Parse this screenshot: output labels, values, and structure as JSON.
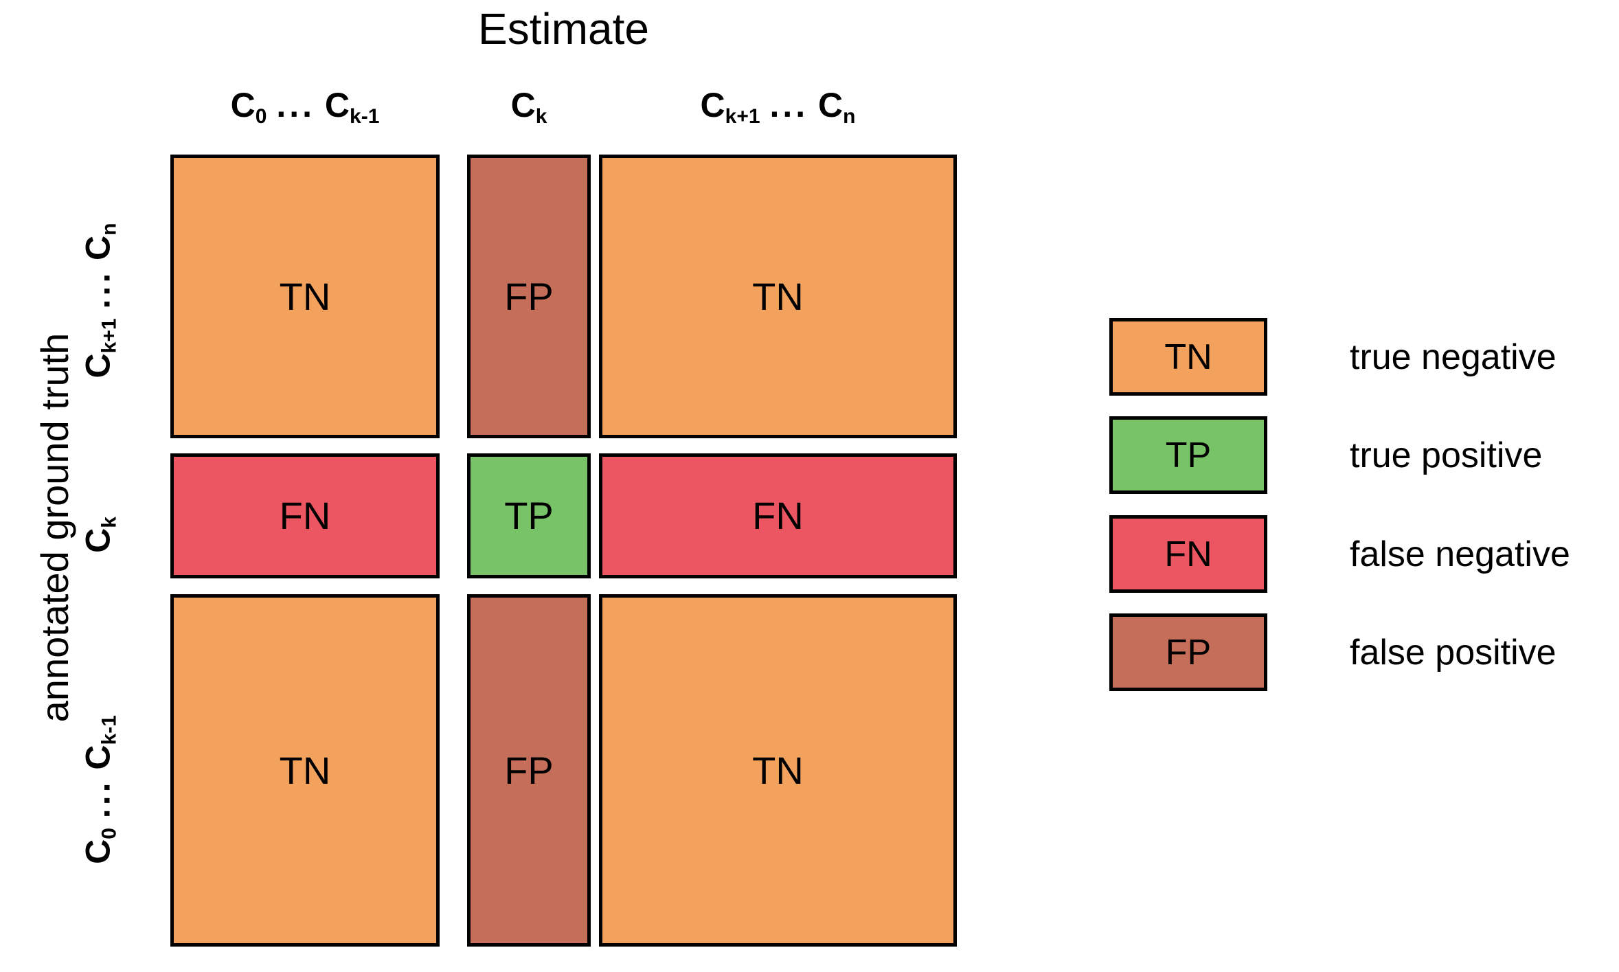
{
  "diagram": {
    "title": "Estimate",
    "y_axis_title": "annotated ground truth",
    "columns": [
      {
        "id": "left",
        "base_a": "C",
        "sub_a": "0",
        "ellipsis": "...",
        "base_b": "C",
        "sub_b": "k-1"
      },
      {
        "id": "middle",
        "base_a": "C",
        "sub_a": "k",
        "ellipsis": "",
        "base_b": "",
        "sub_b": ""
      },
      {
        "id": "right",
        "base_a": "C",
        "sub_a": "k+1",
        "ellipsis": "...",
        "base_b": "C",
        "sub_b": "n"
      }
    ],
    "rows": [
      {
        "id": "top",
        "base_a": "C",
        "sub_a": "k+1",
        "ellipsis": "...",
        "base_b": "C",
        "sub_b": "n"
      },
      {
        "id": "middle",
        "base_a": "C",
        "sub_a": "k",
        "ellipsis": "",
        "base_b": "",
        "sub_b": ""
      },
      {
        "id": "bottom",
        "base_a": "C",
        "sub_a": "0",
        "ellipsis": "...",
        "base_b": "C",
        "sub_b": "k-1"
      }
    ],
    "cells": [
      {
        "row": "top",
        "col": "left",
        "label": "TN",
        "color": "#F2A25C"
      },
      {
        "row": "top",
        "col": "middle",
        "label": "FP",
        "color": "#C56F5B"
      },
      {
        "row": "top",
        "col": "right",
        "label": "TN",
        "color": "#F2A25C"
      },
      {
        "row": "middle",
        "col": "left",
        "label": "FN",
        "color": "#EC5562"
      },
      {
        "row": "middle",
        "col": "middle",
        "label": "TP",
        "color": "#78C268"
      },
      {
        "row": "middle",
        "col": "right",
        "label": "FN",
        "color": "#EC5562"
      },
      {
        "row": "bottom",
        "col": "left",
        "label": "TN",
        "color": "#F2A25C"
      },
      {
        "row": "bottom",
        "col": "middle",
        "label": "FP",
        "color": "#C56F5B"
      },
      {
        "row": "bottom",
        "col": "right",
        "label": "TN",
        "color": "#F2A25C"
      }
    ],
    "legend": [
      {
        "abbr": "TN",
        "description": "true negative",
        "color": "#F2A25C"
      },
      {
        "abbr": "TP",
        "description": "true positive",
        "color": "#78C268"
      },
      {
        "abbr": "FN",
        "description": "false negative",
        "color": "#EC5562"
      },
      {
        "abbr": "FP",
        "description": "false positive",
        "color": "#C56F5B"
      }
    ],
    "colors": {
      "true_negative": "#F2A25C",
      "true_positive": "#78C268",
      "false_negative": "#EC5562",
      "false_positive": "#C56F5B",
      "border": "#000000",
      "background": "#FFFFFF"
    }
  },
  "chart_data": {
    "type": "heatmap",
    "title": "Estimate",
    "xlabel": "Estimate",
    "ylabel": "annotated ground truth",
    "x_categories": [
      "C0 ... Ck-1",
      "Ck",
      "Ck+1 ... Cn"
    ],
    "y_categories": [
      "Ck+1 ... Cn",
      "Ck",
      "C0 ... Ck-1"
    ],
    "values": [
      [
        "TN",
        "FP",
        "TN"
      ],
      [
        "FN",
        "TP",
        "FN"
      ],
      [
        "TN",
        "FP",
        "TN"
      ]
    ],
    "legend_position": "right",
    "grid": false
  }
}
